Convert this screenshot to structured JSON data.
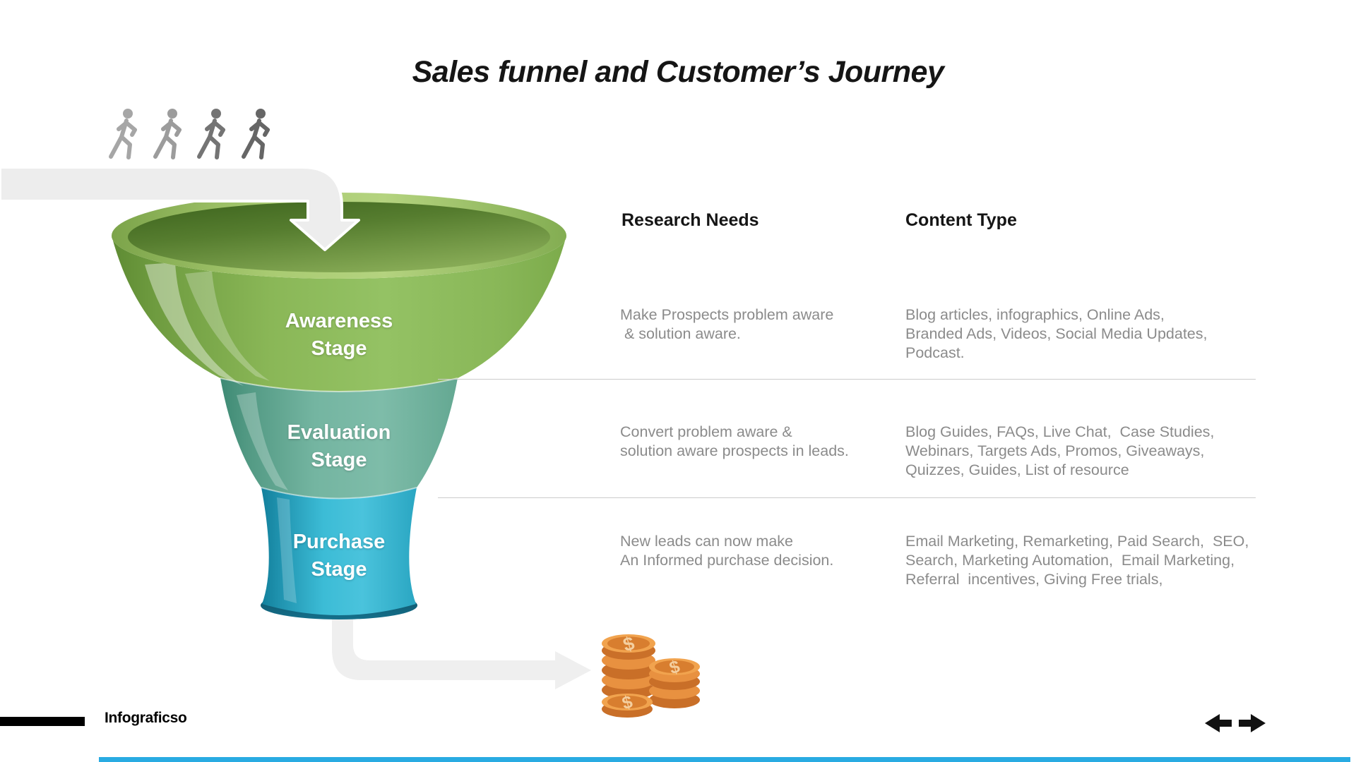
{
  "slide": {
    "title": "Sales funnel and Customer’s Journey",
    "footer_brand": "Infograficso"
  },
  "funnel": {
    "stages": [
      {
        "name": "Awareness Stage",
        "label": "Awareness\nStage",
        "color": "#8fbd5e"
      },
      {
        "name": "Evaluation Stage",
        "label": "Evaluation\nStage",
        "color": "#74b5a1"
      },
      {
        "name": "Purchase Stage",
        "label": "Purchase\nStage",
        "color": "#3cbcd6"
      }
    ]
  },
  "table": {
    "headers": [
      "Research Needs",
      "Content Type"
    ],
    "rows": [
      {
        "stage": "Awareness Stage",
        "research_needs": "Make Prospects problem aware\n & solution aware.",
        "content_type": "Blog articles, infographics, Online Ads,\nBranded Ads, Videos, Social Media Updates,\nPodcast."
      },
      {
        "stage": "Evaluation Stage",
        "research_needs": "Convert problem aware &\nsolution aware prospects in leads.",
        "content_type": "Blog Guides, FAQs, Live Chat,  Case Studies,\nWebinars, Targets Ads, Promos, Giveaways,\nQuizzes, Guides, List of resource"
      },
      {
        "stage": "Purchase Stage",
        "research_needs": "New leads can now make\nAn Informed purchase decision.",
        "content_type": "Email Marketing, Remarketing, Paid Search,  SEO,\nSearch, Marketing Automation,  Email Marketing,\nReferral  incentives, Giving Free trials,"
      }
    ]
  },
  "icons": {
    "inflow": [
      "walking-person-icon",
      "walking-person-icon",
      "walking-person-icon",
      "walking-person-icon"
    ],
    "outflow": "coin-stack-icon",
    "nav": [
      "arrow-left-icon",
      "arrow-right-icon"
    ]
  },
  "colors": {
    "awareness_green": "#8fbd5e",
    "evaluation_teal": "#74b5a1",
    "purchase_blue": "#3cbcd6",
    "coin_orange": "#ef9d47",
    "arrow_gray": "#ededed",
    "body_text_gray": "#8b8b8b",
    "bottom_bar_blue": "#29abe2"
  }
}
